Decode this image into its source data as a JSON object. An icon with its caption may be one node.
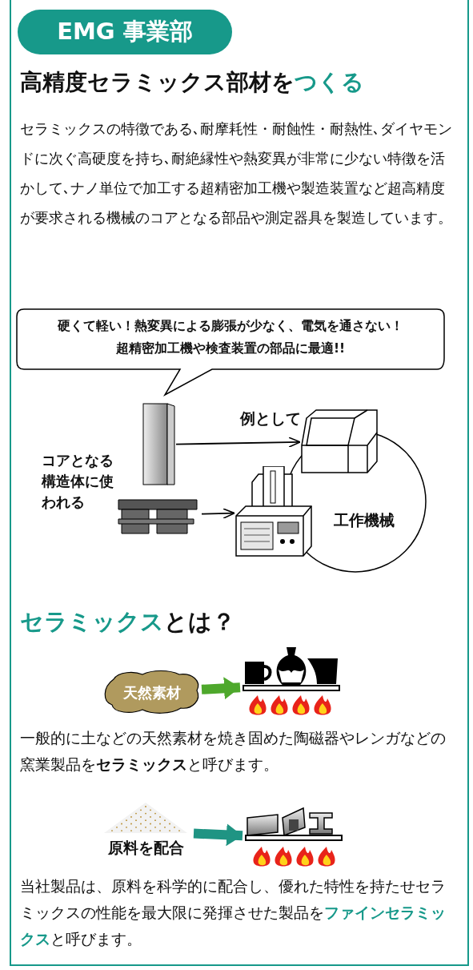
{
  "diagram": {
    "title": "高精度セラミックス部材を**つくる**",
    "nodes": [
      {
        "text": [
          "EMG 事業部"
        ]
      },
      {
        "text": [
          "硬くて軽い！熱変異による膨張が少なく、電気を通さない！超精密加工機や検査装置の部品に最適!!"
        ]
      },
      {
        "text": [],
        "shape": "picture"
      },
      {
        "text": [],
        "shape": "picture"
      },
      {
        "text": [],
        "shape": "picture"
      },
      {
        "text": [],
        "shape": "picture"
      },
      {
        "text": [
          "工作機械"
        ]
      },
      {
        "text": [
          "天然素材"
        ]
      },
      {
        "text": [],
        "shape": "picture"
      },
      {
        "text": [
          "原料を配合"
        ]
      },
      {
        "text": [],
        "shape": "picture"
      }
    ],
    "edges": [
      {
        "from": 2,
        "to": 4,
        "arrow": "to"
      },
      {
        "from": 3,
        "to": 5,
        "arrow": "to"
      },
      {
        "from": 7,
        "to": 8,
        "arrow": "to",
        "style": "thick",
        "color": "#4ea82c"
      },
      {
        "from": 9,
        "to": 10,
        "arrow": "to",
        "style": "thick",
        "color": "#1f9483"
      }
    ],
    "labels": [
      "セラミックスの特徴である､耐摩耗性・耐蝕性・耐熱性､ダイヤモンドに次ぐ高硬度を持ち､耐絶縁性や熱変異が非常に少ない特徴を活かして､ナノ単位で加工する超精密加工機や製造装置など超高精度が要求される機械のコアとなる部品や測定器具を製造しています。",
      "コアとなる構造体に使われる",
      "例として",
      "**セラミックス**とは？",
      "一般的に土などの天然素材を焼き固めた陶磁器やレンガなどの窯業製品を**セラミックス**と呼びます。",
      "当社製品は、原料を科学的に配合し、優れた特性を持たせセラミックスの性能を最大限に発揮させた製品を**ファインセラミックス**と呼びます。"
    ]
  }
}
